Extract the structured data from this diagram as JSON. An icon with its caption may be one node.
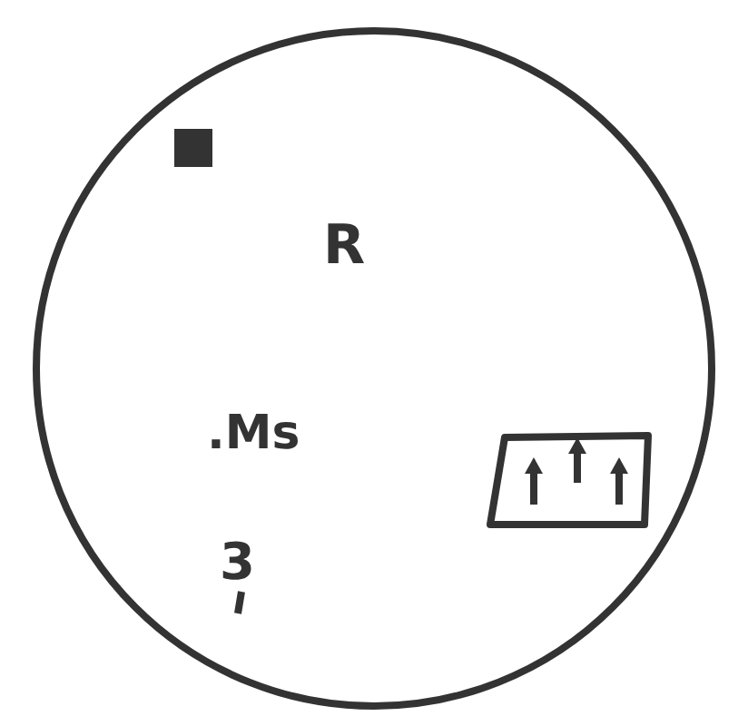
{
  "diagram": {
    "labels": [
      "R",
      ".Ms",
      "3"
    ]
  }
}
